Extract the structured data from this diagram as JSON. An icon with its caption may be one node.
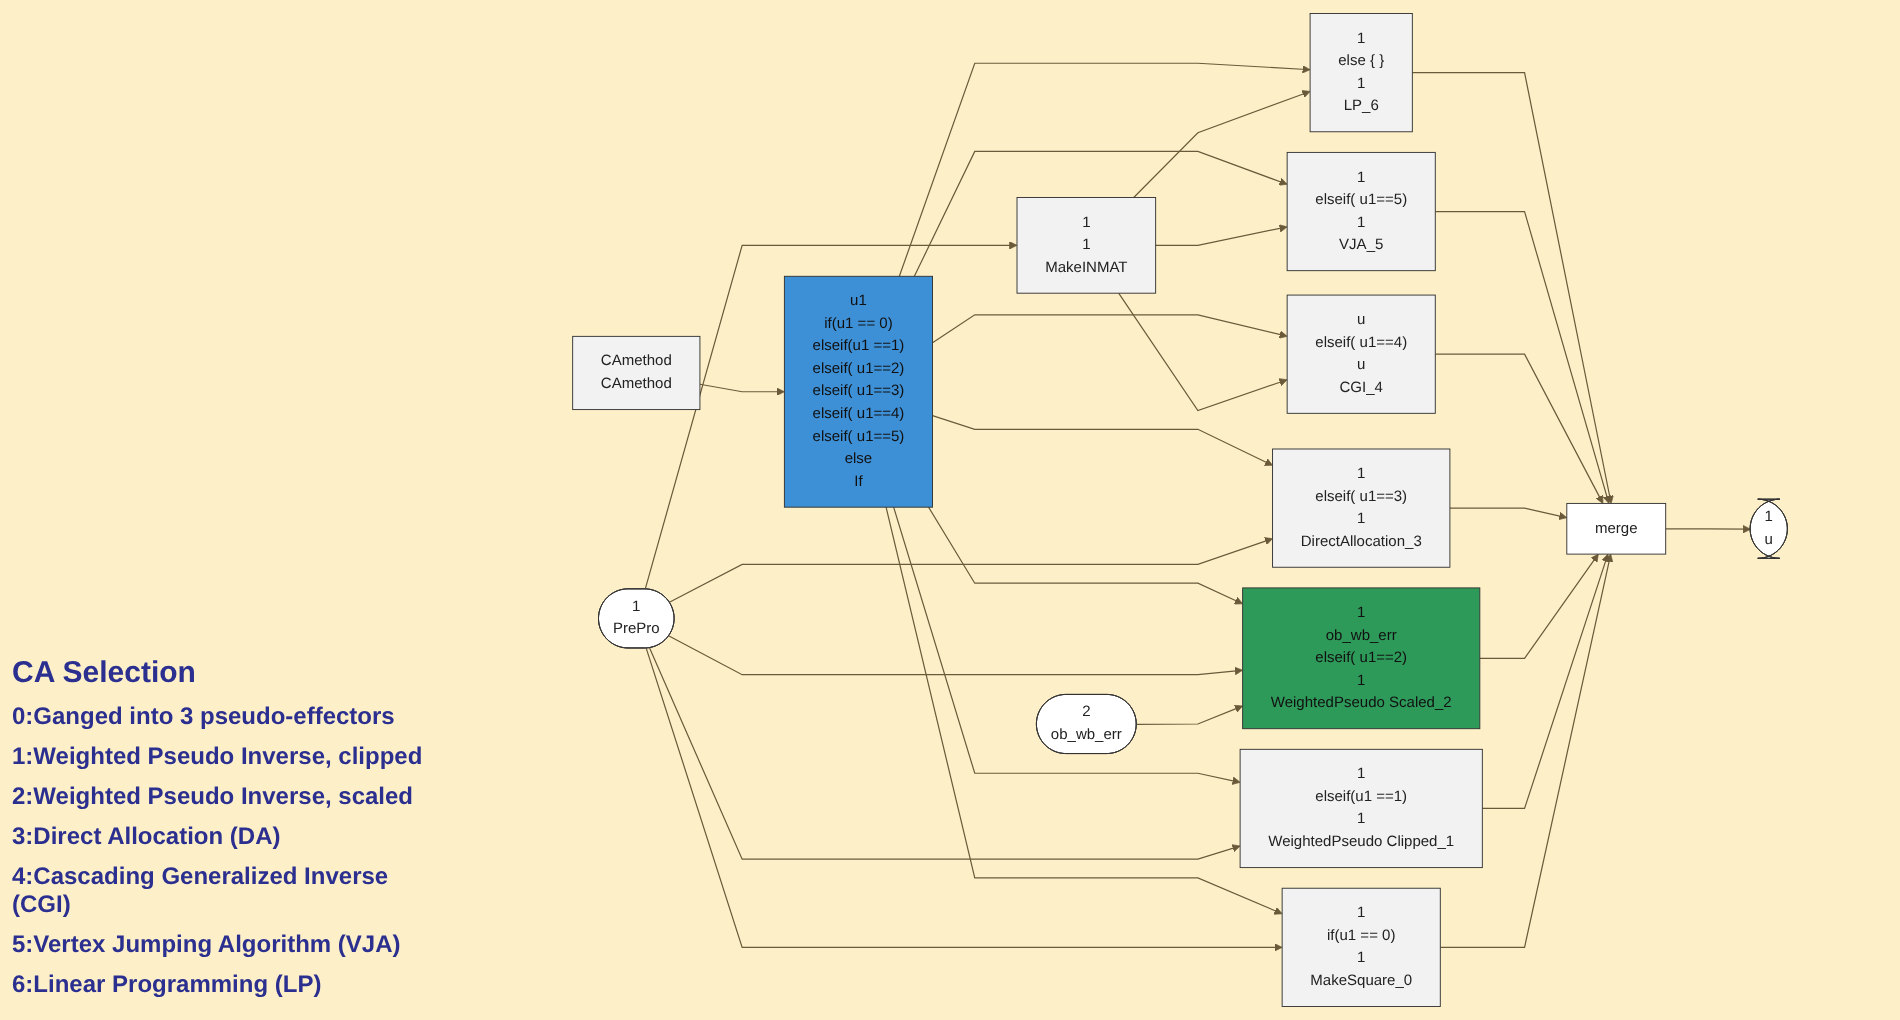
{
  "diagram": {
    "nodes": [
      {
        "text": [
          "CAmethod",
          "CAmethod"
        ]
      },
      {
        "text": [
          "u1",
          "if(u1 == 0)",
          "elseif(u1 ==1)",
          "elseif( u1==2)",
          "elseif( u1==3)",
          "elseif( u1==4)",
          "elseif( u1==5)",
          "else",
          "If"
        ]
      },
      {
        "text": [
          "1",
          "PrePro"
        ]
      },
      {
        "text": [
          "1",
          "1",
          "MakeINMAT"
        ]
      },
      {
        "text": [
          "1",
          "else { }",
          "1",
          "LP_6"
        ]
      },
      {
        "text": [
          "1",
          "elseif( u1==5)",
          "1",
          "VJA_5"
        ]
      },
      {
        "text": [
          "u",
          "elseif( u1==4)",
          "u",
          "CGI_4"
        ]
      },
      {
        "text": [
          "1",
          "elseif( u1==3)",
          "1",
          "DirectAllocation_3"
        ]
      },
      {
        "text": [
          "2",
          "ob_wb_err"
        ]
      },
      {
        "text": [
          "1",
          "ob_wb_err",
          "elseif( u1==2)",
          "1",
          "WeightedPseudo Scaled_2"
        ]
      },
      {
        "text": [
          "1",
          "elseif(u1 ==1)",
          "1",
          "WeightedPseudo Clipped_1"
        ]
      },
      {
        "text": [
          "1",
          "if(u1 == 0)",
          "1",
          "MakeSquare_0"
        ]
      },
      {
        "text": [
          "merge"
        ]
      },
      {
        "text": [
          "1",
          "u"
        ]
      }
    ],
    "edges": [
      {
        "from": 0,
        "to": 1,
        "arrow": "to"
      },
      {
        "from": 1,
        "to": 11,
        "arrow": "to"
      },
      {
        "from": 1,
        "to": 10,
        "arrow": "to"
      },
      {
        "from": 1,
        "to": 9,
        "arrow": "to"
      },
      {
        "from": 1,
        "to": 7,
        "arrow": "to"
      },
      {
        "from": 1,
        "to": 6,
        "arrow": "to"
      },
      {
        "from": 1,
        "to": 5,
        "arrow": "to"
      },
      {
        "from": 1,
        "to": 4,
        "arrow": "to"
      },
      {
        "from": 2,
        "to": 3,
        "arrow": "to"
      },
      {
        "from": 2,
        "to": 7,
        "arrow": "to"
      },
      {
        "from": 2,
        "to": 9,
        "arrow": "to"
      },
      {
        "from": 2,
        "to": 10,
        "arrow": "to"
      },
      {
        "from": 2,
        "to": 11,
        "arrow": "to"
      },
      {
        "from": 3,
        "to": 4,
        "arrow": "to"
      },
      {
        "from": 3,
        "to": 5,
        "arrow": "to"
      },
      {
        "from": 3,
        "to": 6,
        "arrow": "to"
      },
      {
        "from": 8,
        "to": 9,
        "arrow": "to"
      },
      {
        "from": 4,
        "to": 12,
        "arrow": "to"
      },
      {
        "from": 5,
        "to": 12,
        "arrow": "to"
      },
      {
        "from": 6,
        "to": 12,
        "arrow": "to"
      },
      {
        "from": 7,
        "to": 12,
        "arrow": "to"
      },
      {
        "from": 9,
        "to": 12,
        "arrow": "to"
      },
      {
        "from": 10,
        "to": 12,
        "arrow": "to"
      },
      {
        "from": 11,
        "to": 12,
        "arrow": "to"
      },
      {
        "from": 12,
        "to": 13,
        "arrow": "to"
      }
    ],
    "labels": [
      "CA Selection",
      "0:Ganged into 3 pseudo-effectors",
      "1:Weighted Pseudo Inverse, clipped",
      "2:Weighted Pseudo Inverse, scaled",
      "3:Direct Allocation (DA)",
      "4:Cascading Generalized Inverse (CGI)",
      "5:Vertex Jumping Algorithm (VJA)",
      "6:Linear Programming (LP)"
    ]
  }
}
